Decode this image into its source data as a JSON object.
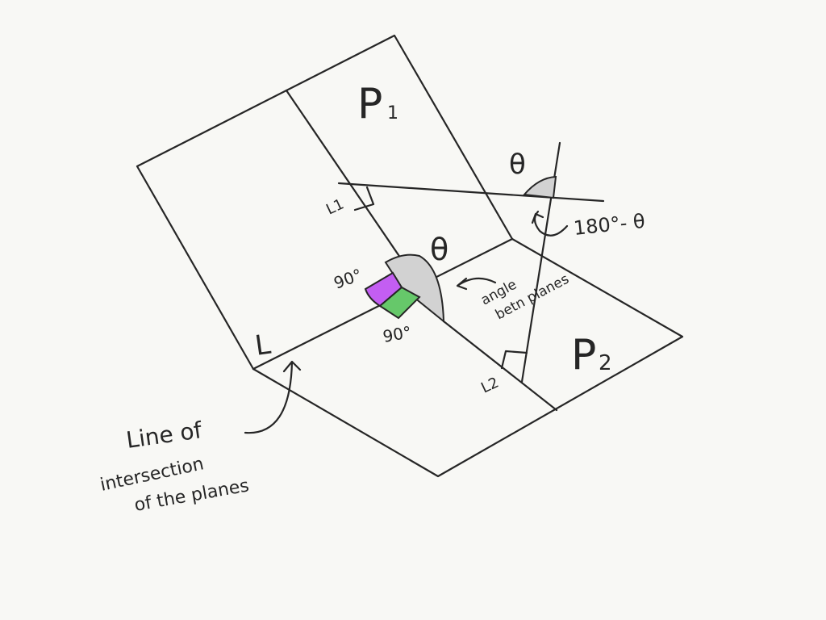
{
  "labels": {
    "plane1": "P",
    "plane1_sub": "1",
    "plane2": "P",
    "plane2_sub": "2",
    "line_L": "L",
    "line_L1": "L1",
    "line_L2": "L2",
    "theta_center": "θ",
    "theta_top": "θ",
    "supplement": "180°- θ",
    "right_angle_1": "90°",
    "right_angle_2": "90°",
    "angle_note_line1": "angle",
    "angle_note_line2": "betn planes",
    "intersection_line1": "Line of",
    "intersection_line2": "intersection",
    "intersection_line3": "of the planes"
  },
  "colors": {
    "stroke": "#262626",
    "background": "#f8f8f5",
    "angle_fill": "#d2d2d2",
    "purple": "#c35ef2",
    "green": "#66c86a"
  }
}
